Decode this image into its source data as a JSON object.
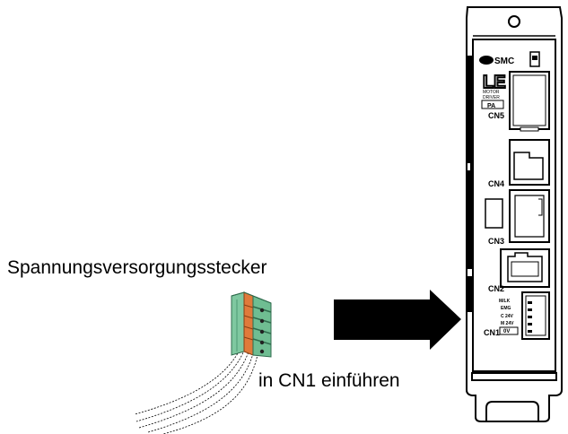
{
  "labels": {
    "connector": "Spannungsversorgungsstecker",
    "instruction": "in CN1 einführen"
  },
  "driver": {
    "brand": "SMC",
    "series": "LE",
    "model_lines": [
      "MOTOR",
      "DRIVER"
    ],
    "model_box": "PA",
    "ports": [
      "CN5",
      "CN4",
      "CN3",
      "CN2",
      "CN1"
    ],
    "cn1_pins": [
      "M/LK",
      "EMG",
      "C 24V",
      "M 24V",
      "0V"
    ]
  },
  "colors": {
    "connector_green": "#7fc8a0",
    "connector_orange": "#e07a3a",
    "outline": "#000000",
    "arrow": "#000000"
  }
}
